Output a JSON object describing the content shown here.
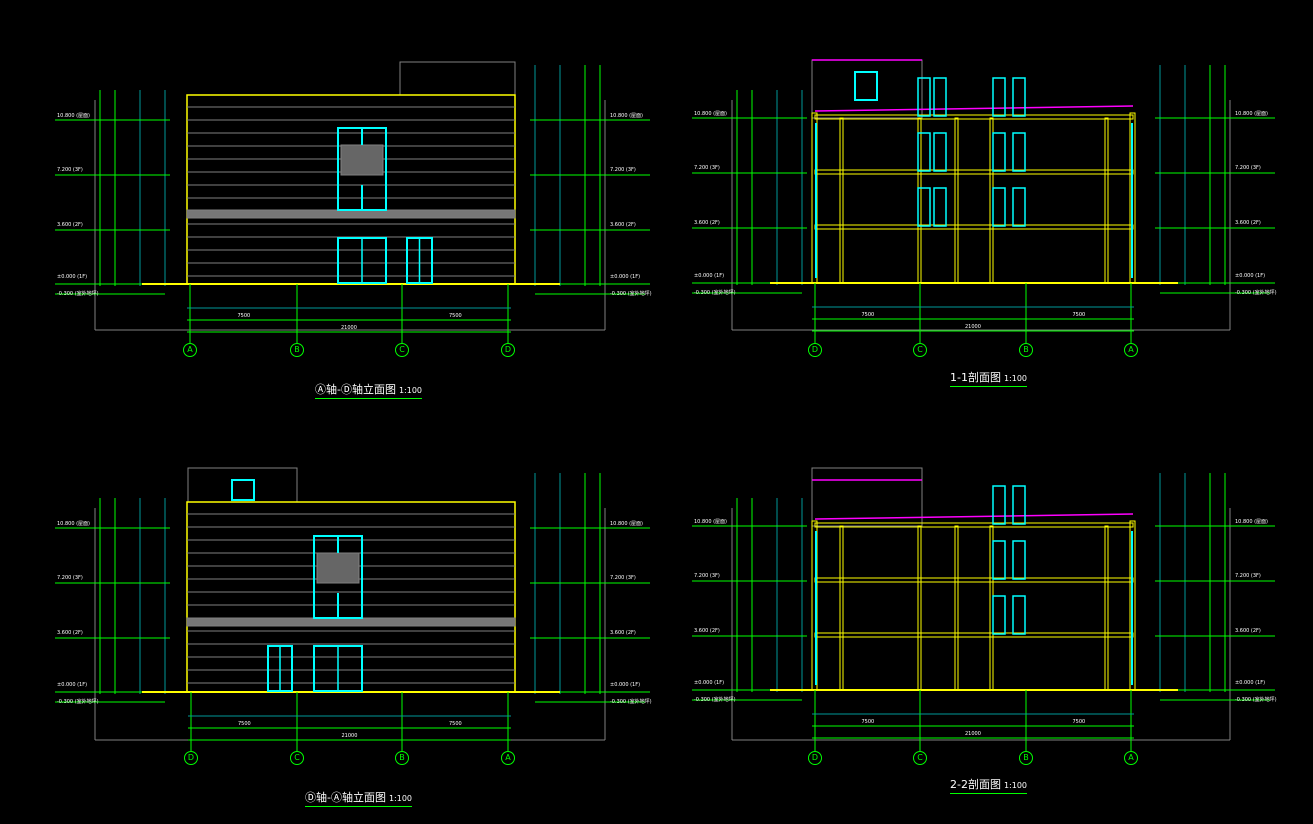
{
  "colors": {
    "background": "#000000",
    "wall": "#ffff00",
    "glass": "#00ffff",
    "axis": "#00ff00",
    "dim": "#009999",
    "grid": "#808080",
    "roof": "#ff00ff",
    "text": "#ffffff"
  },
  "drawings": [
    {
      "title": "Ⓐ轴-Ⓓ轴立面图",
      "scale": "1:100",
      "axes": [
        "A",
        "B",
        "C",
        "D"
      ],
      "levels_left": [
        "10.800 (屋面)",
        "7.200 (3F)",
        "3.600 (2F)",
        "±0.000 (1F)",
        "-0.300 (室外地坪)"
      ],
      "dims": [
        "7500",
        "7500",
        "21000"
      ]
    },
    {
      "title": "1-1剖面图",
      "scale": "1:100",
      "axes": [
        "D",
        "C",
        "B",
        "A"
      ],
      "levels_left": [
        "10.800 (屋面)",
        "7.200 (3F)",
        "3.600 (2F)",
        "±0.000 (1F)",
        "-0.300 (室外地坪)"
      ],
      "dims": [
        "7500",
        "7500",
        "21000"
      ]
    },
    {
      "title": "Ⓓ轴-Ⓐ轴立面图",
      "scale": "1:100",
      "axes": [
        "D",
        "C",
        "B",
        "A"
      ],
      "levels_left": [
        "10.800 (屋面)",
        "7.200 (3F)",
        "3.600 (2F)",
        "±0.000 (1F)",
        "-0.300 (室外地坪)"
      ],
      "dims": [
        "7500",
        "7500",
        "21000"
      ]
    },
    {
      "title": "2-2剖面图",
      "scale": "1:100",
      "axes": [
        "D",
        "C",
        "B",
        "A"
      ],
      "levels_left": [
        "10.800 (屋面)",
        "7.200 (3F)",
        "3.600 (2F)",
        "±0.000 (1F)",
        "-0.300 (室外地坪)"
      ],
      "dims": [
        "7500",
        "7500",
        "21000"
      ]
    }
  ]
}
